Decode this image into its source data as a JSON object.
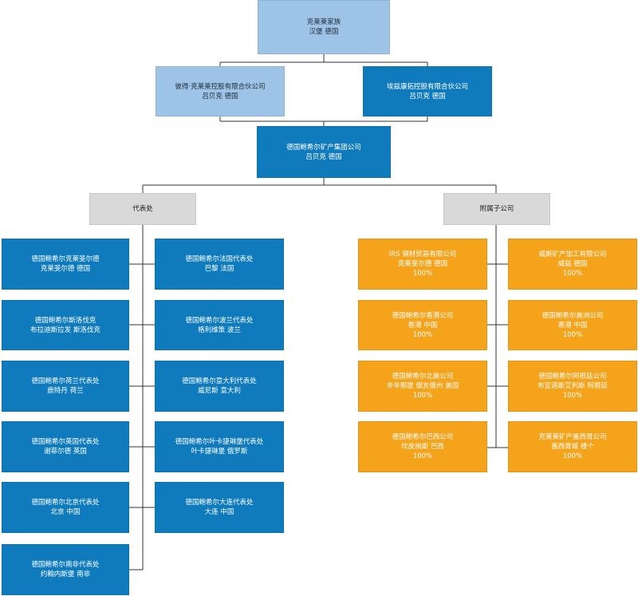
{
  "top": {
    "line1": "克莱莱家族",
    "line2": "汉堡 德国"
  },
  "holding_left": {
    "line1": "彼得·克莱莱控股有限合伙公司",
    "line2": "吕贝克 德国"
  },
  "holding_right": {
    "line1": "埃兹康拓控股有限合伙公司",
    "line2": "吕贝克 德国"
  },
  "group": {
    "line1": "德国鲍希尔矿产集团公司",
    "line2": "吕贝克 德国"
  },
  "reps": {
    "label": "代表处",
    "left": [
      {
        "line1": "德国鲍希尔克莱斐尔德",
        "line2": "克莱斐尔德 德国"
      },
      {
        "line1": "德国鲍希尔斯洛伐克",
        "line2": "布拉迪斯拉发 斯洛伐克"
      },
      {
        "line1": "德国鲍希尔荷兰代表处",
        "line2": "鹿特丹 荷兰"
      },
      {
        "line1": "德国鲍希尔英国代表处",
        "line2": "谢菲尔德 英国"
      },
      {
        "line1": "德国鲍希尔北京代表处",
        "line2": "北京 中国"
      },
      {
        "line1": "德国鲍希尔南非代表处",
        "line2": "约翰内斯堡 南非"
      }
    ],
    "right": [
      {
        "line1": "德国鲍希尔法国代表处",
        "line2": "巴黎 法国"
      },
      {
        "line1": "德国鲍希尔波兰代表处",
        "line2": "格利维策 波兰"
      },
      {
        "line1": "德国鲍希尔意大利代表处",
        "line2": "威尼斯 意大利"
      },
      {
        "line1": "德国鲍希尔叶卡捷琳堡代表处",
        "line2": "叶卡捷琳堡 俄罗斯"
      },
      {
        "line1": "德国鲍希尔大连代表处",
        "line2": "大连 中国"
      }
    ]
  },
  "subs": {
    "label": "附属子公司",
    "left": [
      {
        "line1": "IRS 钢材贸易有限公司",
        "line2": "克莱斐尔德 德国",
        "line3": "100%"
      },
      {
        "line1": "德国鲍希尔香港公司",
        "line2": "香港 中国",
        "line3": "100%"
      },
      {
        "line1": "德国鲍希尔北美公司",
        "line2": "辛辛那提 俄亥俄州 美国",
        "line3": "100%"
      },
      {
        "line1": "德国鲍希尔巴西公司",
        "line2": "坎皮纳斯 巴西",
        "line3": "100%"
      }
    ],
    "right": [
      {
        "line1": "威斯矿产加工有限公司",
        "line2": "威兹 德国",
        "line3": "100%"
      },
      {
        "line1": "德国鲍希尔美洲公司",
        "line2": "香港 中国",
        "line3": "100%"
      },
      {
        "line1": "德国鲍希尔阿根廷公司",
        "line2": "布宜诺斯艾利斯 阿根廷",
        "line3": "100%"
      },
      {
        "line1": "克莱莱矿产墨西哥公司",
        "line2": "墨西哥城 楼个",
        "line3": "100%"
      }
    ]
  },
  "colors": {
    "light_blue": "#9dc3e6",
    "blue": "#0f7bbd",
    "gray": "#d9d9d9",
    "orange": "#f5a31a",
    "line": "#333333"
  }
}
